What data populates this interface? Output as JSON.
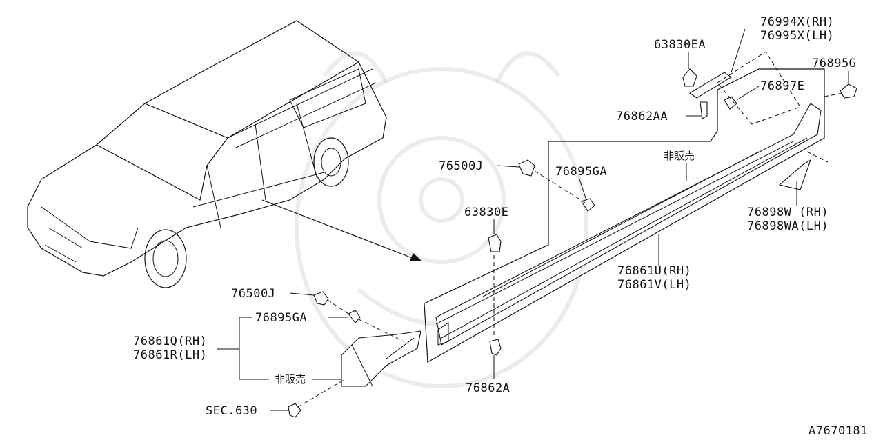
{
  "title": "",
  "labels": {
    "p76994x": "76994X(RH)",
    "p76995x": "76995X(LH)",
    "p63830ea": "63830EA",
    "p76895g": "76895G",
    "p76897e": "76897E",
    "p76862aa": "76862AA",
    "hihanbai_top": "非販売",
    "p76500j_top": "76500J",
    "p76895ga_top": "76895GA",
    "p63830e": "63830E",
    "p76898w": "76898W (RH)",
    "p76898wa": "76898WA(LH)",
    "p76861u": "76861U(RH)",
    "p76861v": "76861V(LH)",
    "p76500j_bottom": "76500J",
    "p76895ga_bottom": "76895GA",
    "p76861q": "76861Q(RH)",
    "p76861r": "76861R(LH)",
    "hihanbai_bottom": "非販売",
    "sec630": "SEC.630",
    "p76862a": "76862A",
    "diagram_id": "A7670181"
  }
}
